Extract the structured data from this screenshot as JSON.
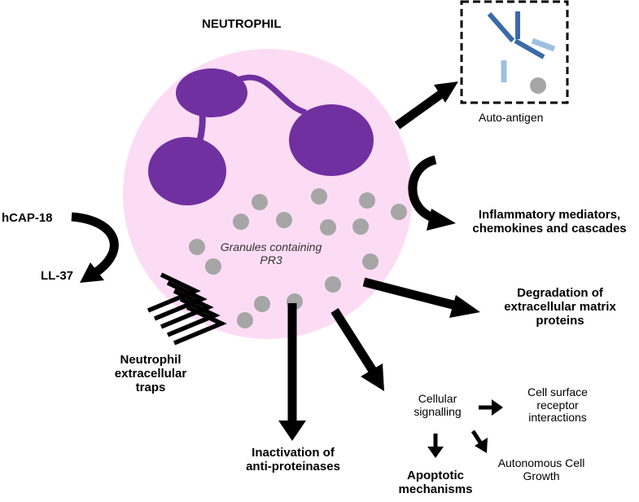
{
  "title": "NEUTROPHIL",
  "granules_label": [
    "Granules containing",
    "PR3"
  ],
  "labels": {
    "auto_antigen": "Auto-antigen",
    "inflammatory": [
      "Inflammatory mediators,",
      "chemokines and cascades"
    ],
    "degradation": [
      "Degradation of",
      "extracellular matrix",
      "proteins"
    ],
    "hcap": "hCAP-18",
    "ll37": "LL-37",
    "nets": [
      "Neutrophil",
      "extracellular",
      "traps"
    ],
    "inactivation": [
      "Inactivation of",
      "anti-proteinases"
    ],
    "signalling": [
      "Cellular",
      "signalling"
    ],
    "receptor": [
      "Cell surface",
      "receptor",
      "interactions"
    ],
    "apoptotic": [
      "Apoptotic",
      "mechanisms"
    ],
    "autonomous": [
      "Autonomous Cell",
      "Growth"
    ]
  },
  "colors": {
    "cell": "#fcdcf4",
    "nucleus": "#7030a0",
    "granule": "#a6a6a6",
    "antibody_dark": "#3a6aa8",
    "antibody_light": "#9dc0e0",
    "arrow": "#000000"
  }
}
